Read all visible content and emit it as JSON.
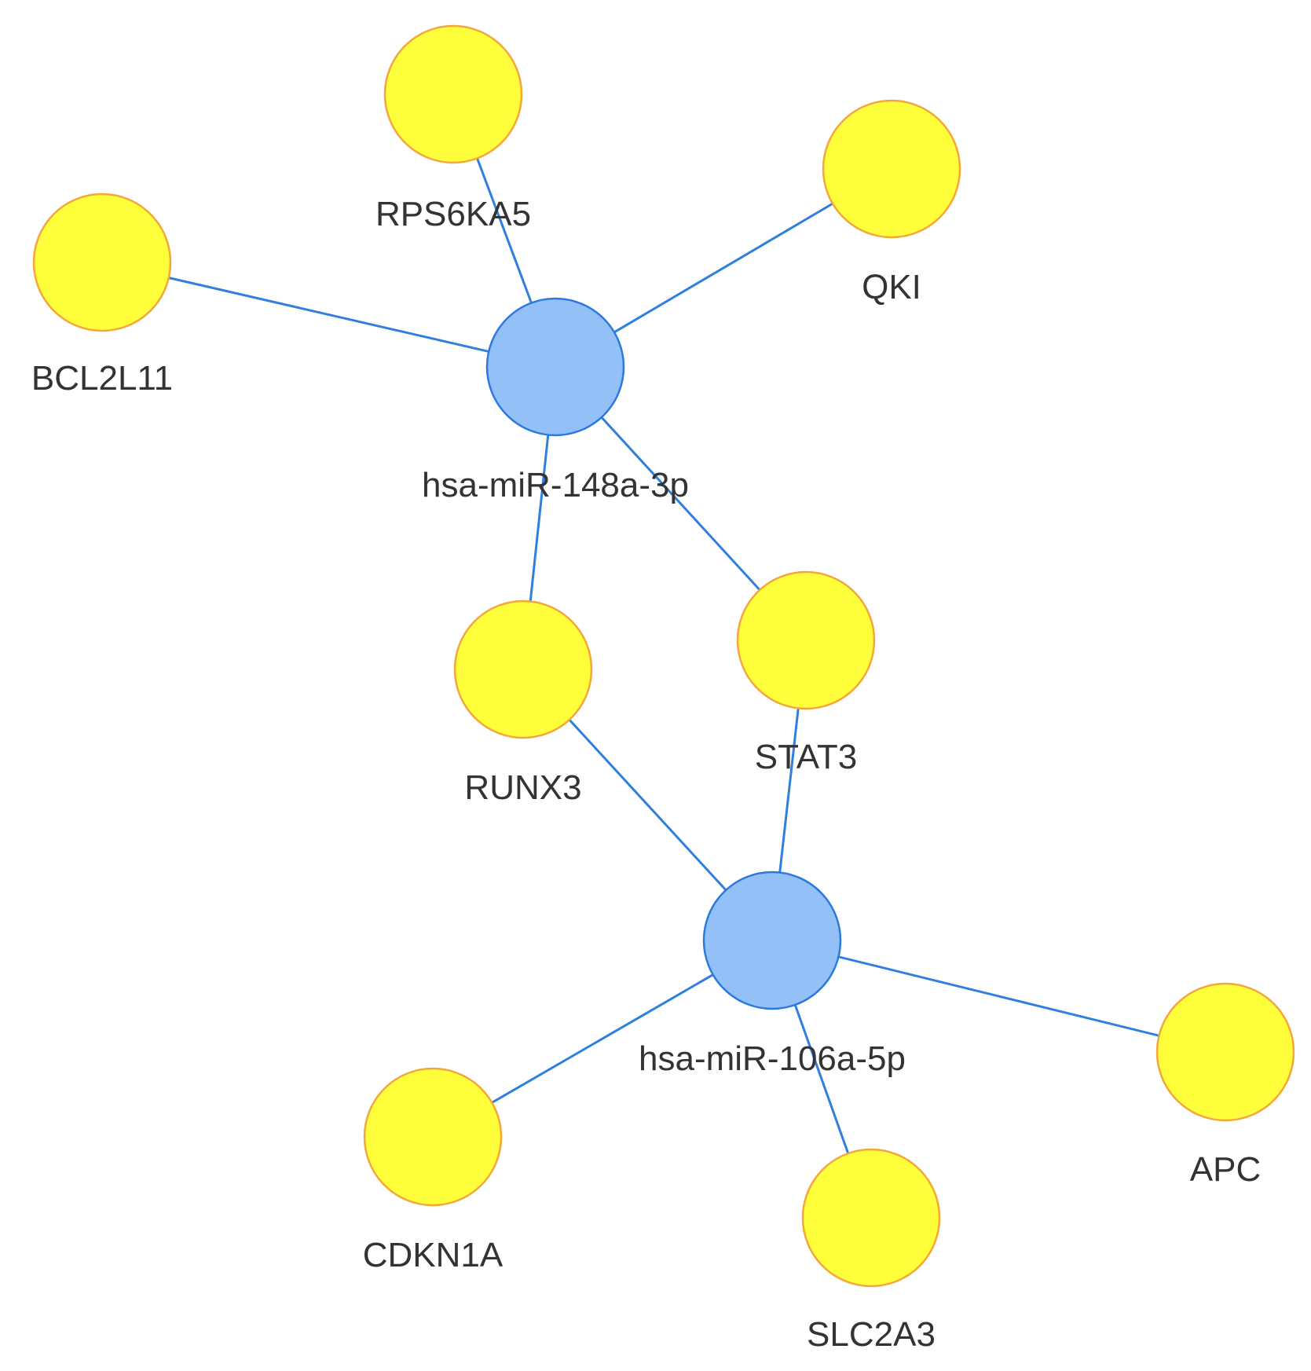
{
  "colors": {
    "edge": "#2f7fe0",
    "target_fill": "#ffff3c",
    "target_stroke": "#f5a63a",
    "mirna_fill": "#93c0f7",
    "mirna_stroke": "#2a79dc",
    "label": "#333333"
  },
  "nodes": [
    {
      "id": "mir148",
      "label": "hsa-miR-148a-3p",
      "kind": "miRNA"
    },
    {
      "id": "mir106",
      "label": "hsa-miR-106a-5p",
      "kind": "miRNA"
    },
    {
      "id": "rps6ka5",
      "label": "RPS6KA5",
      "kind": "gene"
    },
    {
      "id": "qki",
      "label": "QKI",
      "kind": "gene"
    },
    {
      "id": "bcl2l11",
      "label": "BCL2L11",
      "kind": "gene"
    },
    {
      "id": "runx3",
      "label": "RUNX3",
      "kind": "gene"
    },
    {
      "id": "stat3",
      "label": "STAT3",
      "kind": "gene"
    },
    {
      "id": "apc",
      "label": "APC",
      "kind": "gene"
    },
    {
      "id": "cdkn1a",
      "label": "CDKN1A",
      "kind": "gene"
    },
    {
      "id": "slc2a3",
      "label": "SLC2A3",
      "kind": "gene"
    }
  ],
  "edges": [
    [
      "mir148",
      "rps6ka5"
    ],
    [
      "mir148",
      "qki"
    ],
    [
      "mir148",
      "bcl2l11"
    ],
    [
      "mir148",
      "runx3"
    ],
    [
      "mir148",
      "stat3"
    ],
    [
      "mir106",
      "runx3"
    ],
    [
      "mir106",
      "stat3"
    ],
    [
      "mir106",
      "apc"
    ],
    [
      "mir106",
      "cdkn1a"
    ],
    [
      "mir106",
      "slc2a3"
    ]
  ]
}
